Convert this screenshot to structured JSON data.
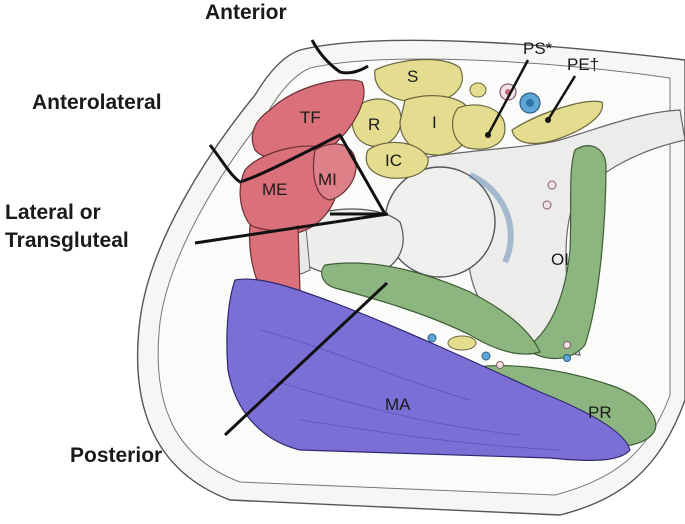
{
  "approaches": {
    "anterior": "Anterior",
    "anterolateral": "Anterolateral",
    "lateral_line1": "Lateral or",
    "lateral_line2": "Transgluteal",
    "posterior": "Posterior"
  },
  "muscles": {
    "S": "S",
    "R": "R",
    "I": "I",
    "IC": "IC",
    "TF": "TF",
    "ME": "ME",
    "MI": "MI",
    "OI": "OI",
    "MA": "MA",
    "PR": "PR",
    "PS": "PS*",
    "PE": "PE†"
  },
  "colors": {
    "yellow_muscle": "#e4dc8e",
    "red_muscle": "#d9707a",
    "green_muscle": "#8db57f",
    "blue_muscle": "#7b6fd6",
    "bone": "#f2f2f0",
    "skin": "#f4f4f2"
  }
}
